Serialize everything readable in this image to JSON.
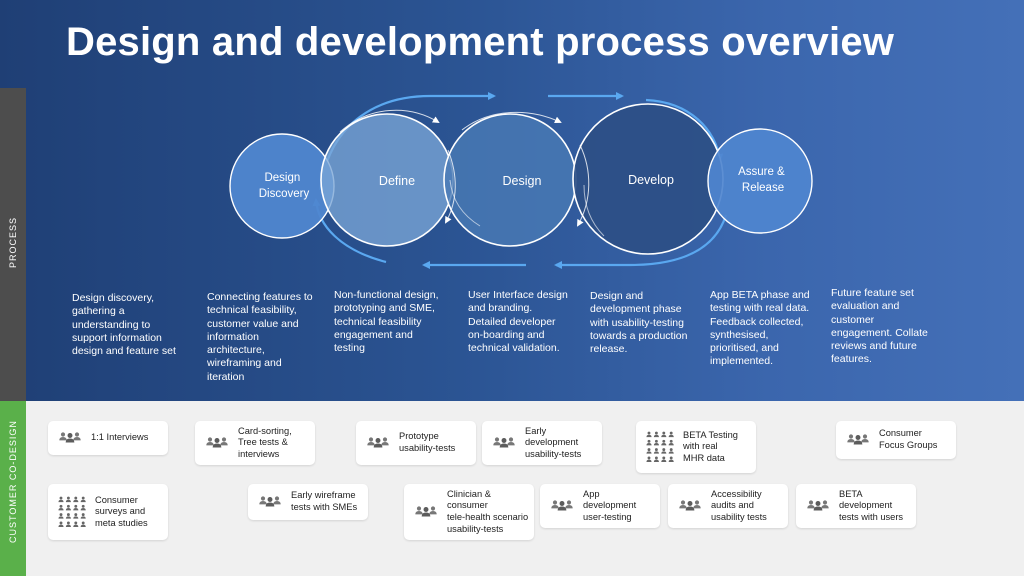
{
  "title": "Design and development process overview",
  "sidebar": {
    "process_label": "PROCESS",
    "codesign_label": "CUSTOMER CO-DESIGN"
  },
  "stages": [
    {
      "label": "Design\nDiscovery",
      "color": "#4f86cf"
    },
    {
      "label": "Define",
      "color": "#6f9ccf"
    },
    {
      "label": "Design",
      "color": "#4a7ab5"
    },
    {
      "label": "Develop",
      "color": "#2f5288"
    },
    {
      "label": "Assure &\nRelease",
      "color": "#4f86cf"
    }
  ],
  "descriptions": [
    "Design discovery, gathering a understanding to support information design and feature set",
    "Connecting features to technical feasibility, customer value and information architecture, wireframing and iteration",
    "Non-functional design, prototyping and SME, technical feasibility engagement and testing",
    "User Interface design and branding. Detailed  developer on-boarding and technical validation.",
    "Design and development phase with usability-testing towards a production release.",
    "App BETA phase and testing with real data. Feedback collected, synthesised, prioritised, and implemented.",
    "Future feature set evaluation and customer engagement. Collate reviews and future features."
  ],
  "cards": [
    {
      "label": "1:1 Interviews",
      "icon": "group-icon"
    },
    {
      "label": "Card-sorting,\nTree tests &\ninterviews",
      "icon": "group-icon"
    },
    {
      "label": "Prototype\nusability-tests",
      "icon": "group-icon"
    },
    {
      "label": "Early\ndevelopment\nusability-tests",
      "icon": "group-icon"
    },
    {
      "label": "BETA Testing\nwith real\nMHR data",
      "icon": "crowd-icon"
    },
    {
      "label": "Consumer\nFocus Groups",
      "icon": "group-icon"
    },
    {
      "label": "Consumer\nsurveys and\nmeta studies",
      "icon": "crowd-icon"
    },
    {
      "label": "Early wireframe\ntests with SMEs",
      "icon": "group-icon"
    },
    {
      "label": "Clinician &\nconsumer\ntele-health scenario\nusability-tests",
      "icon": "group-icon"
    },
    {
      "label": "App\ndevelopment\nuser-testing",
      "icon": "group-icon"
    },
    {
      "label": "Accessibility\naudits and\nusability tests",
      "icon": "group-icon"
    },
    {
      "label": "BETA\ndevelopment\ntests with users",
      "icon": "group-icon"
    }
  ]
}
